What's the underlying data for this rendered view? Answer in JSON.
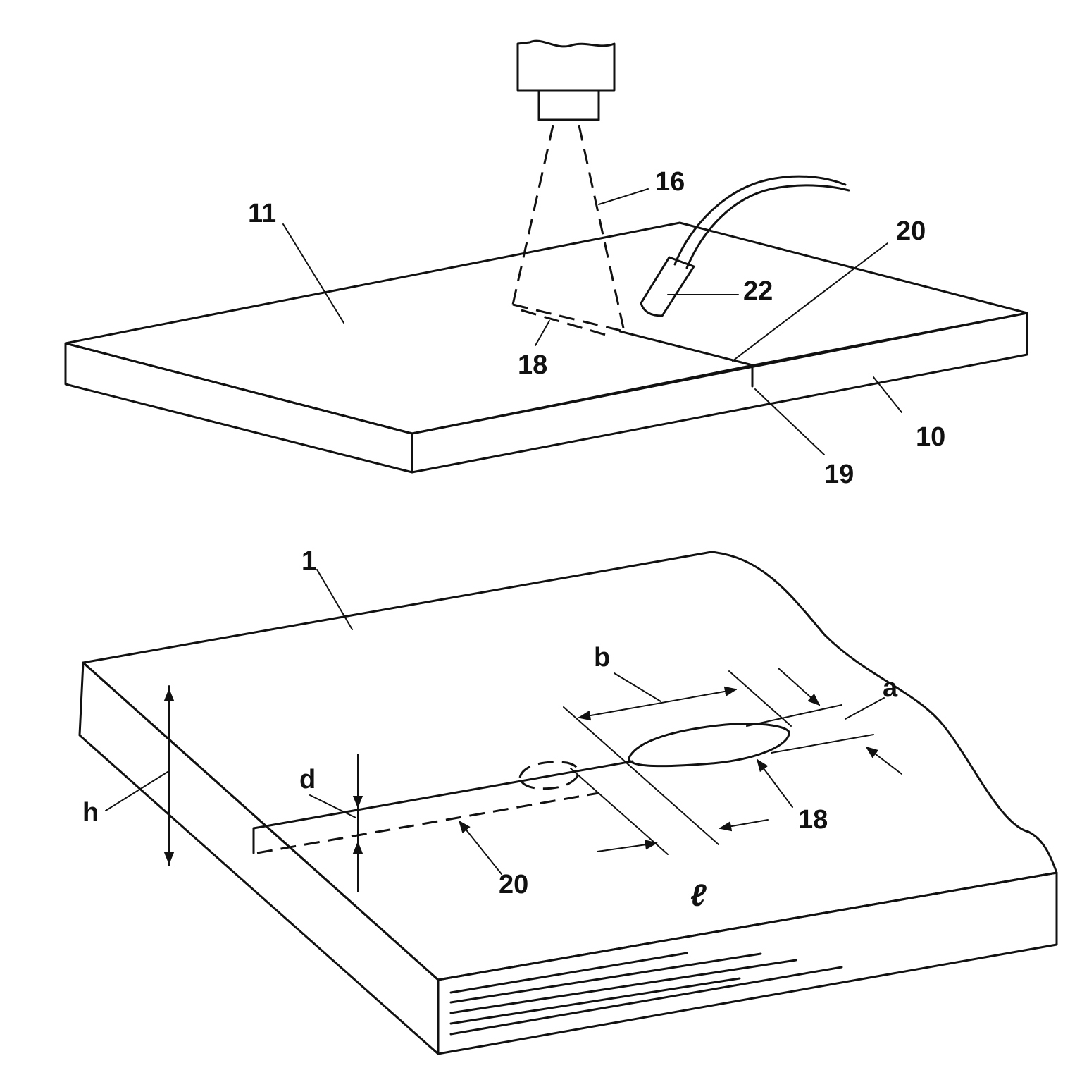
{
  "figure": {
    "labels": {
      "l16": "16",
      "l11": "11",
      "l20_top": "20",
      "l22": "22",
      "l18_top": "18",
      "l10": "10",
      "l19": "19",
      "l1": "1",
      "lb": "b",
      "la": "a",
      "ld": "d",
      "lh": "h",
      "l18_bottom": "18",
      "l20_bottom": "20",
      "l_ell": "ℓ"
    }
  }
}
